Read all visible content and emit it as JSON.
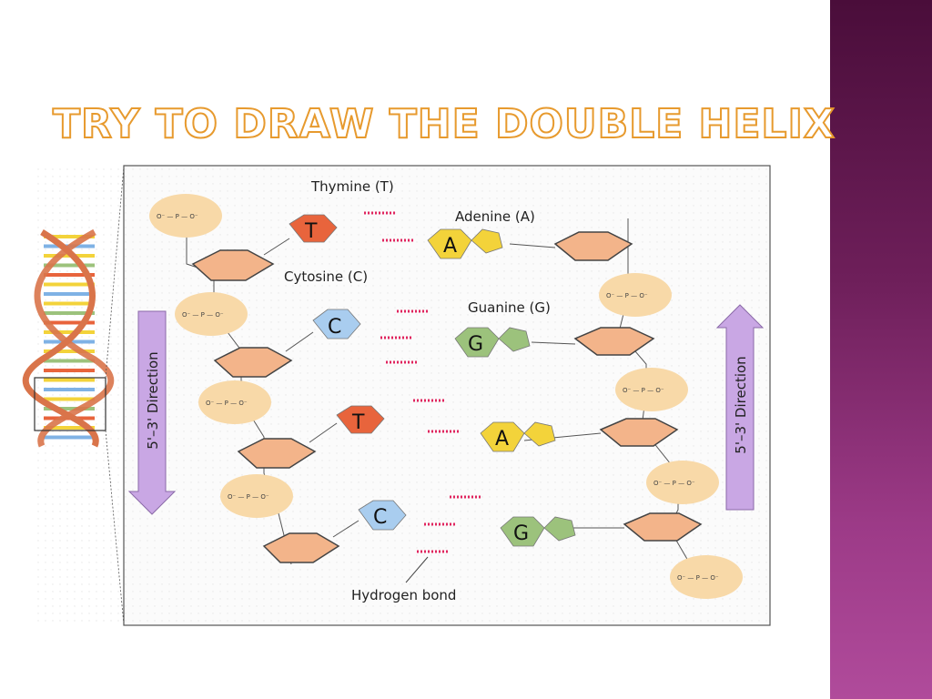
{
  "slide": {
    "title": "Try to draw the double helix"
  },
  "labels": {
    "thymine": "Thymine (T)",
    "adenine": "Adenine (A)",
    "cytosine": "Cytosine (C)",
    "guanine": "Guanine (G)",
    "hydrogen_bond": "Hydrogen bond",
    "direction_left": "5'–3' Direction",
    "direction_right": "5'–3' Direction"
  },
  "bases": {
    "left": [
      "T",
      "C",
      "T",
      "C"
    ],
    "right": [
      "A",
      "G",
      "A",
      "G"
    ]
  },
  "colors": {
    "title_outline": "#e79a2e",
    "band_top": "#4a0d3a",
    "band_bottom": "#b04b9b",
    "phosphate": "#f8d9a8",
    "sugar": "#f3b48a",
    "thymine": "#e8643c",
    "adenine": "#f3d33a",
    "cytosine": "#a9cdef",
    "guanine": "#9cc27c",
    "hbond": "#e0245e",
    "arrow": "#c9a7e4"
  }
}
